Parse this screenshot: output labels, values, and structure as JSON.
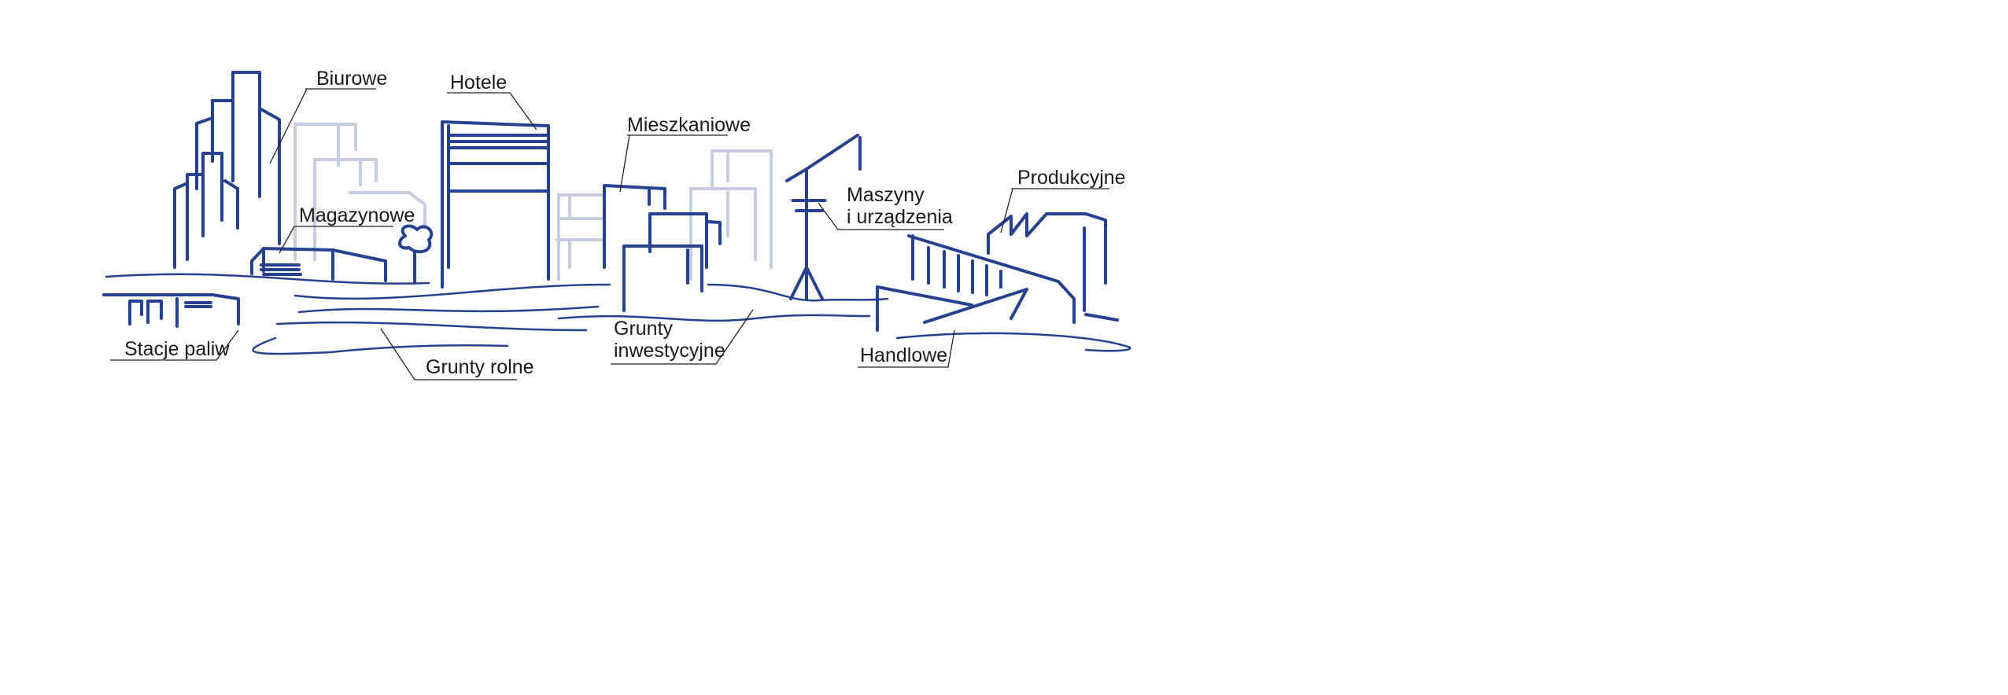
{
  "colors": {
    "primary": "#26418f",
    "light": "#c6cde0",
    "leader": "#222222"
  },
  "labels": {
    "biurowe": "Biurowe",
    "hotele": "Hotele",
    "mieszkaniowe": "Mieszkaniowe",
    "maszyny_line1": "Maszyny",
    "maszyny_line2": "i urządzenia",
    "produkcyjne": "Produkcyjne",
    "magazynowe": "Magazynowe",
    "stacje_paliw": "Stacje paliw",
    "grunty_rolne": "Grunty rolne",
    "grunty_inw_line1": "Grunty",
    "grunty_inw_line2": "inwestycyjne",
    "handlowe": "Handlowe"
  }
}
